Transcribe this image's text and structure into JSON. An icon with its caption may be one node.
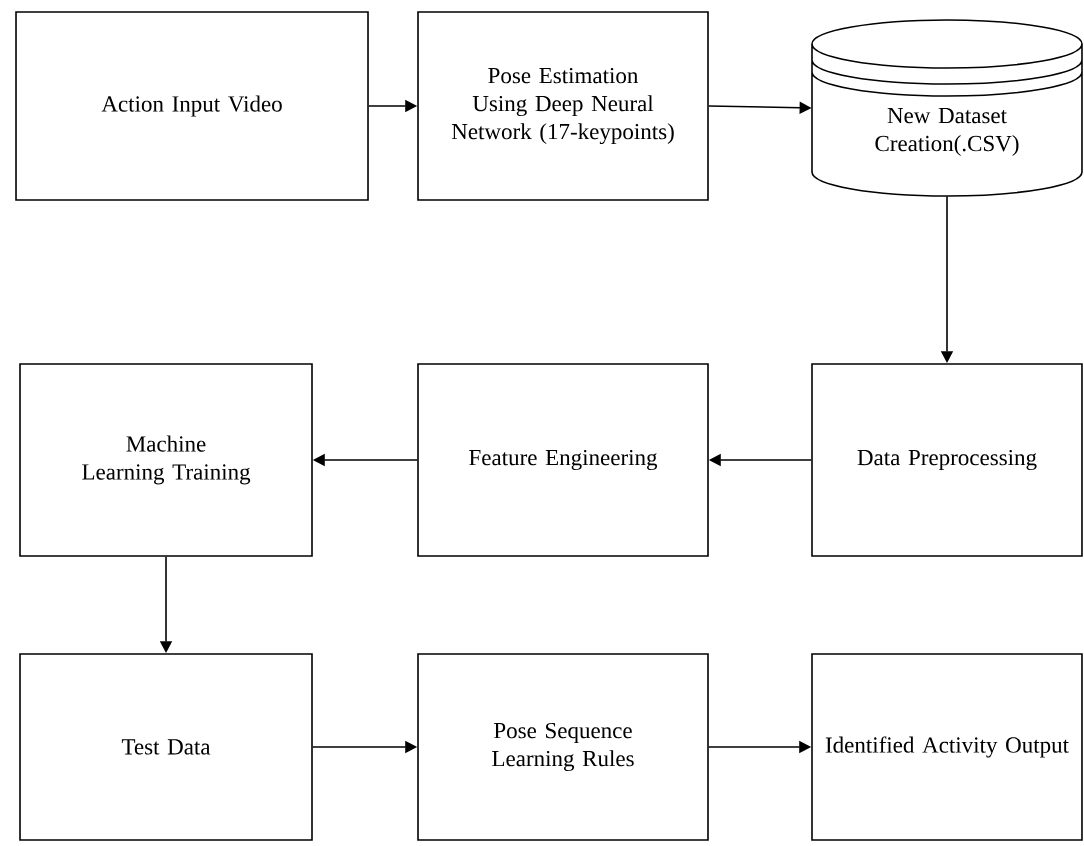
{
  "diagram": {
    "nodes": [
      {
        "text": [
          "Action Input Video"
        ]
      },
      {
        "text": [
          "Pose Estimation Using Deep Neural Network (17-keypoints)"
        ]
      },
      {
        "text": [
          "New Dataset Creation(.CSV)"
        ]
      },
      {
        "text": [
          "Data Preprocessing"
        ]
      },
      {
        "text": [
          "Feature Engineering"
        ]
      },
      {
        "text": [
          "Machine Learning Training"
        ]
      },
      {
        "text": [
          "Test Data"
        ]
      },
      {
        "text": [
          "Pose Sequence Learning Rules"
        ]
      },
      {
        "text": [
          "Identified Activity Output"
        ]
      }
    ],
    "edges": [
      {
        "from": 0,
        "to": 1,
        "arrow": "to"
      },
      {
        "from": 1,
        "to": 2,
        "arrow": "to"
      },
      {
        "from": 2,
        "to": 3,
        "arrow": "to"
      },
      {
        "from": 3,
        "to": 4,
        "arrow": "to"
      },
      {
        "from": 4,
        "to": 5,
        "arrow": "to"
      },
      {
        "from": 5,
        "to": 6,
        "arrow": "to"
      },
      {
        "from": 6,
        "to": 7,
        "arrow": "to"
      },
      {
        "from": 7,
        "to": 8,
        "arrow": "to"
      }
    ]
  }
}
